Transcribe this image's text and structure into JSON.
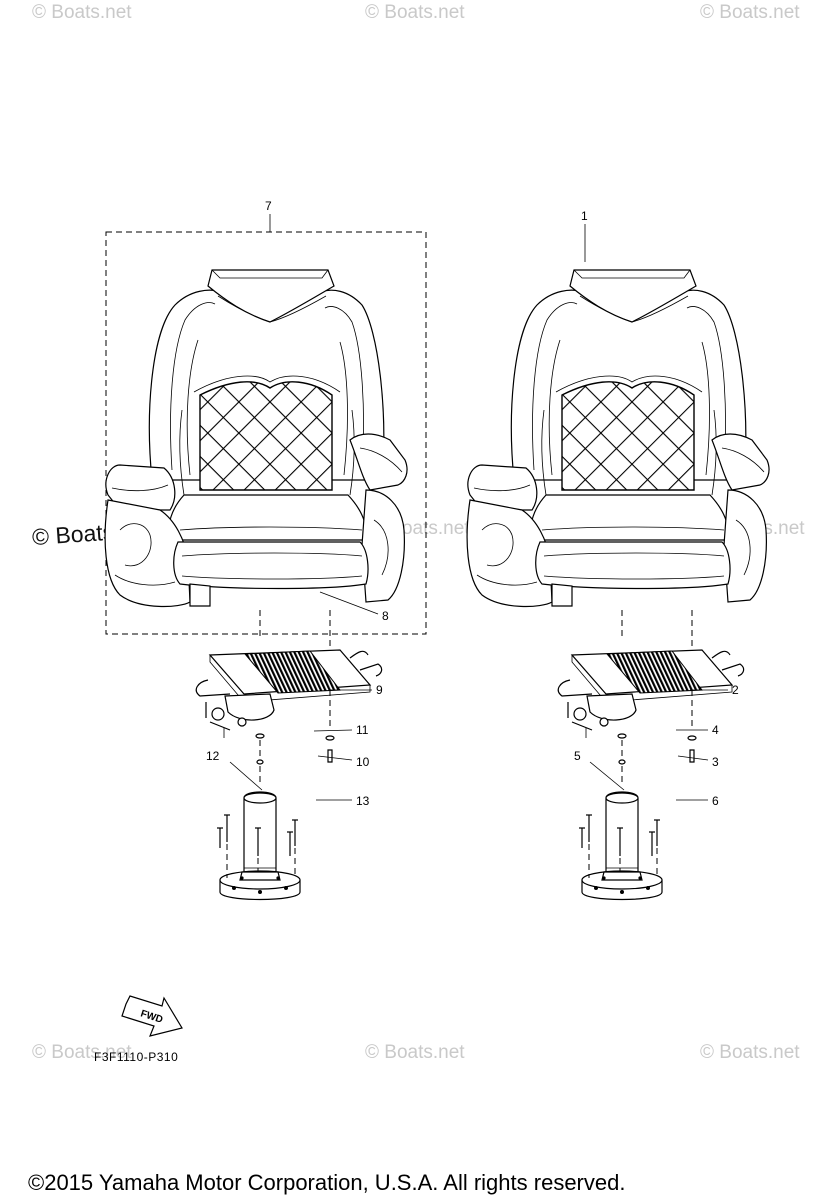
{
  "watermarks": {
    "top_left": "© Boats.net",
    "top_center": "© Boats.net",
    "top_right": "© Boats.net",
    "mid_left": "© Boats.net",
    "mid_center": "© Boats.net",
    "mid_right": "© Boats.net",
    "bottom_left": "© Boats.net",
    "bottom_center": "© Boats.net",
    "bottom_right": "© Boats.net"
  },
  "callouts": {
    "c1": "1",
    "c2": "2",
    "c3": "3",
    "c4": "4",
    "c5": "5",
    "c6": "6",
    "c7": "7",
    "c8": "8",
    "c9": "9",
    "c10": "10",
    "c11": "11",
    "c12": "12",
    "c13": "13"
  },
  "fwd_label": "FWD",
  "diagram_code": "F3F1110-P310",
  "copyright": "©2015 Yamaha Motor Corporation, U.S.A. All rights reserved."
}
